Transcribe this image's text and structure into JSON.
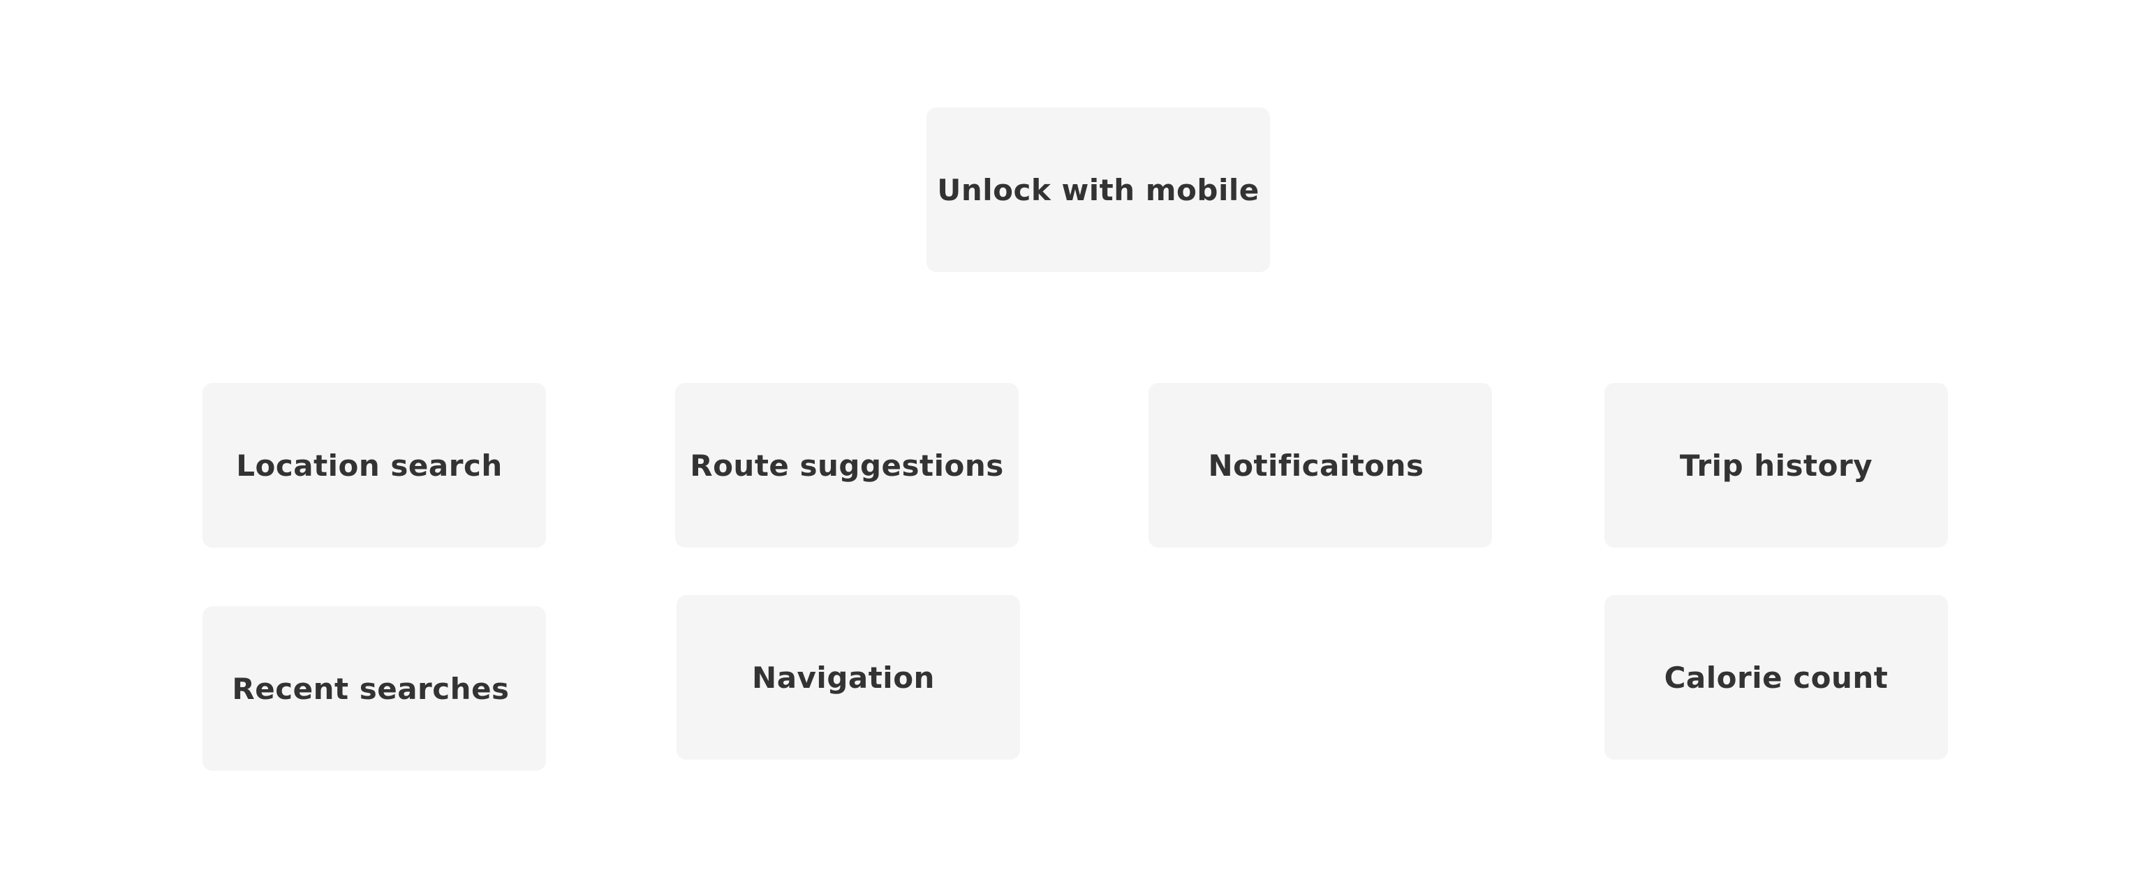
{
  "diagram": {
    "top": {
      "unlock_label": "Unlock with mobile"
    },
    "row1": {
      "location_label": "Location search",
      "route_label": "Route suggestions",
      "notifications_label": "Notificaitons",
      "trip_label": "Trip history"
    },
    "row2": {
      "recent_label": "Recent searches",
      "navigation_label": "Navigation",
      "calorie_label": "Calorie count"
    }
  },
  "colors": {
    "background": "#ffffff",
    "card": "#f5f5f5",
    "text": "#333333"
  }
}
